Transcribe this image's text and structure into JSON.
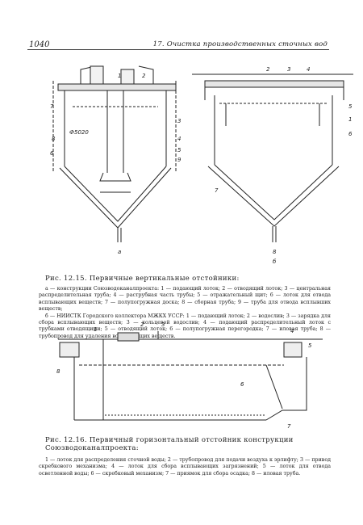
{
  "page": {
    "number": "1040",
    "running_head": "17. Очистка производственных сточных вод"
  },
  "figure_12_15": {
    "caption_title": "Рис. 12.15. Первичные вертикальные отстойники:",
    "caption_parts": [
      "а — конструкции Союзводоканалпроекта: 1 — подающий лоток; 2 — отводящий лоток; 3 — центральная распределительная труба; 4 — раструбная часть трубы; 5 — отражательный щит; 6 — лоток для отвода всплывающих веществ; 7 — полупогружная доска; 8 — сборная труба; 9 — труба для отвода всплывших веществ;",
      "б — НИИСТК Городского коллектора МЖКХ УССР: 1 — подающий лоток; 2 — водослив; 3 — зарядка для сбора всплывающих веществ; 3 — кольцевой водослив; 4 — подающий распределительный лоток с трубками отводящими; 5 — отводящий лоток; 6 — полупогружная перегородка; 7 — иловая труба; 8 — трубопровод для удаления всплывающих веществ."
    ],
    "labels_a": [
      "1",
      "2",
      "3",
      "4",
      "5",
      "6",
      "7",
      "8",
      "9",
      "Ф5020",
      "а"
    ],
    "labels_b": [
      "1",
      "2",
      "3",
      "4",
      "5",
      "6",
      "7",
      "8",
      "б"
    ]
  },
  "figure_12_16": {
    "caption_title": "Рис. 12.16. Первичный горизонтальный отстойник конструкции Союзводоканалпроекта:",
    "caption_body": "1 — лоток для распределения сточной воды; 2 — трубопровод для подачи воздуха к эрлифту; 3 — привод скребкового механизма; 4 — лоток для сбора всплывающих загрязнений; 5 — лоток для отвода осветленной воды; 6 — скребковый механизм; 7 — приямок для сбора осадка; 8 — иловая труба.",
    "labels": [
      "1",
      "2",
      "3",
      "4",
      "5",
      "6",
      "7",
      "8"
    ]
  }
}
